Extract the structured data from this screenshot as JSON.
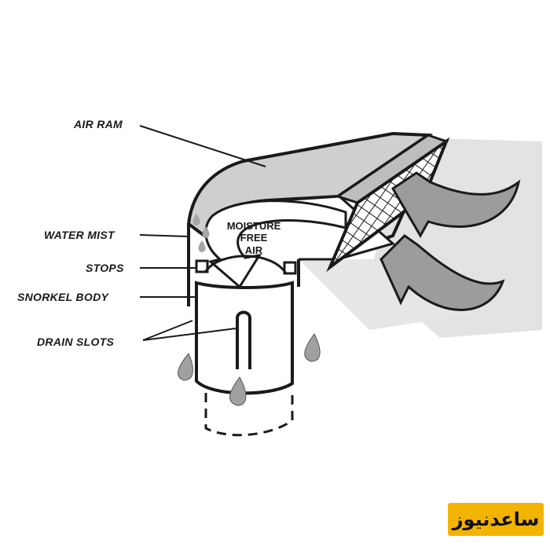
{
  "labels": {
    "air_ram": "AIR RAM",
    "water_mist": "WATER MIST",
    "stops": "STOPS",
    "snorkel_body": "SNORKEL BODY",
    "drain_slots": "DRAIN SLOTS"
  },
  "inner_text": {
    "line1": "MOISTURE",
    "line2": "FREE",
    "line3": "AIR"
  },
  "watermark": {
    "text": "ساعدنیوز",
    "color": "#f2b400"
  },
  "colors": {
    "ink": "#1a1a1a",
    "fill_gray": "#c8c8c8",
    "arrow_gray": "#9a9a9a",
    "shadow_gray": "#dedede"
  }
}
